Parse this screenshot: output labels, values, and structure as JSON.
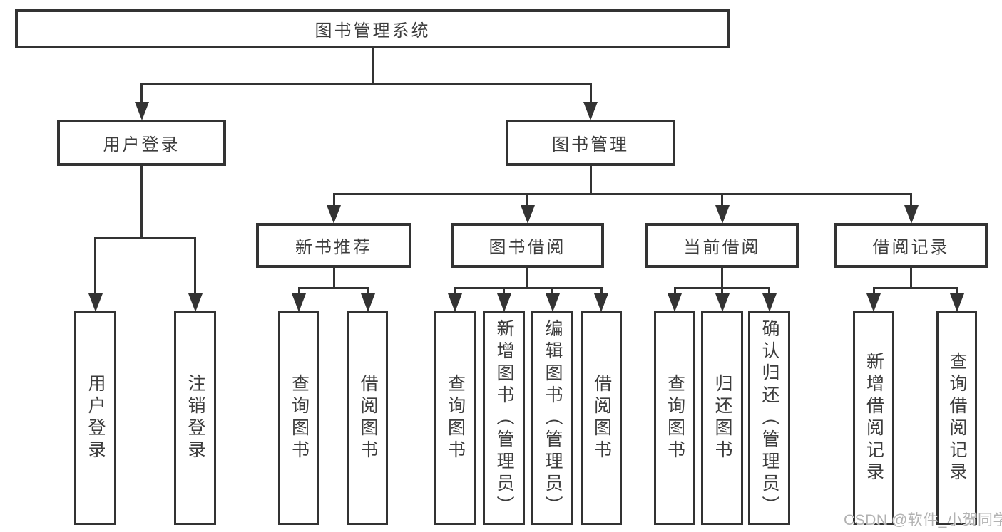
{
  "diagram": {
    "title": "图书管理系统",
    "nodes": [
      {
        "id": "root",
        "label": "图书管理系统"
      },
      {
        "id": "user-login",
        "label": "用户登录"
      },
      {
        "id": "book-mgmt",
        "label": "图书管理"
      },
      {
        "id": "new-book-rec",
        "label": "新书推荐"
      },
      {
        "id": "book-borrow",
        "label": "图书借阅"
      },
      {
        "id": "current-borrow",
        "label": "当前借阅"
      },
      {
        "id": "borrow-records",
        "label": "借阅记录"
      },
      {
        "id": "leaf-user-login",
        "label": "用户登录"
      },
      {
        "id": "leaf-logout",
        "label": "注销登录"
      },
      {
        "id": "leaf-query-book-1",
        "label": "查询图书"
      },
      {
        "id": "leaf-borrow-book-1",
        "label": "借阅图书"
      },
      {
        "id": "leaf-query-book-2",
        "label": "查询图书"
      },
      {
        "id": "leaf-add-book",
        "label": "新增图书（管理员）"
      },
      {
        "id": "leaf-edit-book",
        "label": "编辑图书（管理员）"
      },
      {
        "id": "leaf-borrow-book-2",
        "label": "借阅图书"
      },
      {
        "id": "leaf-query-book-3",
        "label": "查询图书"
      },
      {
        "id": "leaf-return-book",
        "label": "归还图书"
      },
      {
        "id": "leaf-confirm-return",
        "label": "确认归还（管理员）"
      },
      {
        "id": "leaf-add-record",
        "label": "新增借阅记录"
      },
      {
        "id": "leaf-query-record",
        "label": "查询借阅记录"
      }
    ],
    "hierarchy": [
      {
        "parent": "root",
        "children": [
          "user-login",
          "book-mgmt"
        ]
      },
      {
        "parent": "user-login",
        "children": [
          "leaf-user-login",
          "leaf-logout"
        ]
      },
      {
        "parent": "book-mgmt",
        "children": [
          "new-book-rec",
          "book-borrow",
          "current-borrow",
          "borrow-records"
        ]
      },
      {
        "parent": "new-book-rec",
        "children": [
          "leaf-query-book-1",
          "leaf-borrow-book-1"
        ]
      },
      {
        "parent": "book-borrow",
        "children": [
          "leaf-query-book-2",
          "leaf-add-book",
          "leaf-edit-book",
          "leaf-borrow-book-2"
        ]
      },
      {
        "parent": "current-borrow",
        "children": [
          "leaf-query-book-3",
          "leaf-return-book",
          "leaf-confirm-return"
        ]
      },
      {
        "parent": "borrow-records",
        "children": [
          "leaf-add-record",
          "leaf-query-record"
        ]
      }
    ],
    "watermark": "CSDN @软件_小贺同学",
    "colors": {
      "line": "#333333",
      "box_border": "#333333",
      "box_fill": "#ffffff",
      "text": "#3d3d3d",
      "background": "#ffffff",
      "watermark": "#b2b2b2"
    }
  }
}
